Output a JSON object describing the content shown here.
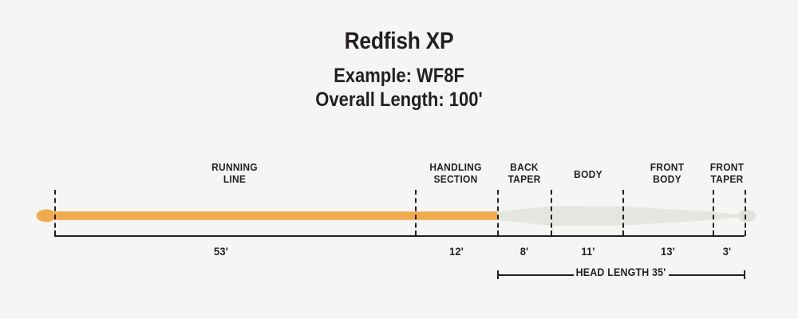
{
  "page": {
    "background_color": "#f5f5f3",
    "text_color": "#231f20"
  },
  "header": {
    "product_title": "Redfish XP",
    "example_line": "Example: WF8F",
    "overall_length_line": "Overall Length: 100'"
  },
  "diagram": {
    "line_color": "#f0ab4e",
    "taper_color": "#e6e6e0",
    "loop_color_rear": "#f0ab4e",
    "loop_color_front": "#e0e0da",
    "head_length": {
      "label": "HEAD LENGTH 35'"
    },
    "sections": [
      {
        "name": "running-line",
        "label": "RUNNING\nLINE",
        "measure": "53'"
      },
      {
        "name": "handling-section",
        "label": "HANDLING\nSECTION",
        "measure": "12'"
      },
      {
        "name": "back-taper",
        "label": "BACK\nTAPER",
        "measure": "8'"
      },
      {
        "name": "body",
        "label": "BODY",
        "measure": "11'"
      },
      {
        "name": "front-body",
        "label": "FRONT\nBODY",
        "measure": "13'"
      },
      {
        "name": "front-taper",
        "label": "FRONT\nTAPER",
        "measure": "3'"
      }
    ]
  }
}
